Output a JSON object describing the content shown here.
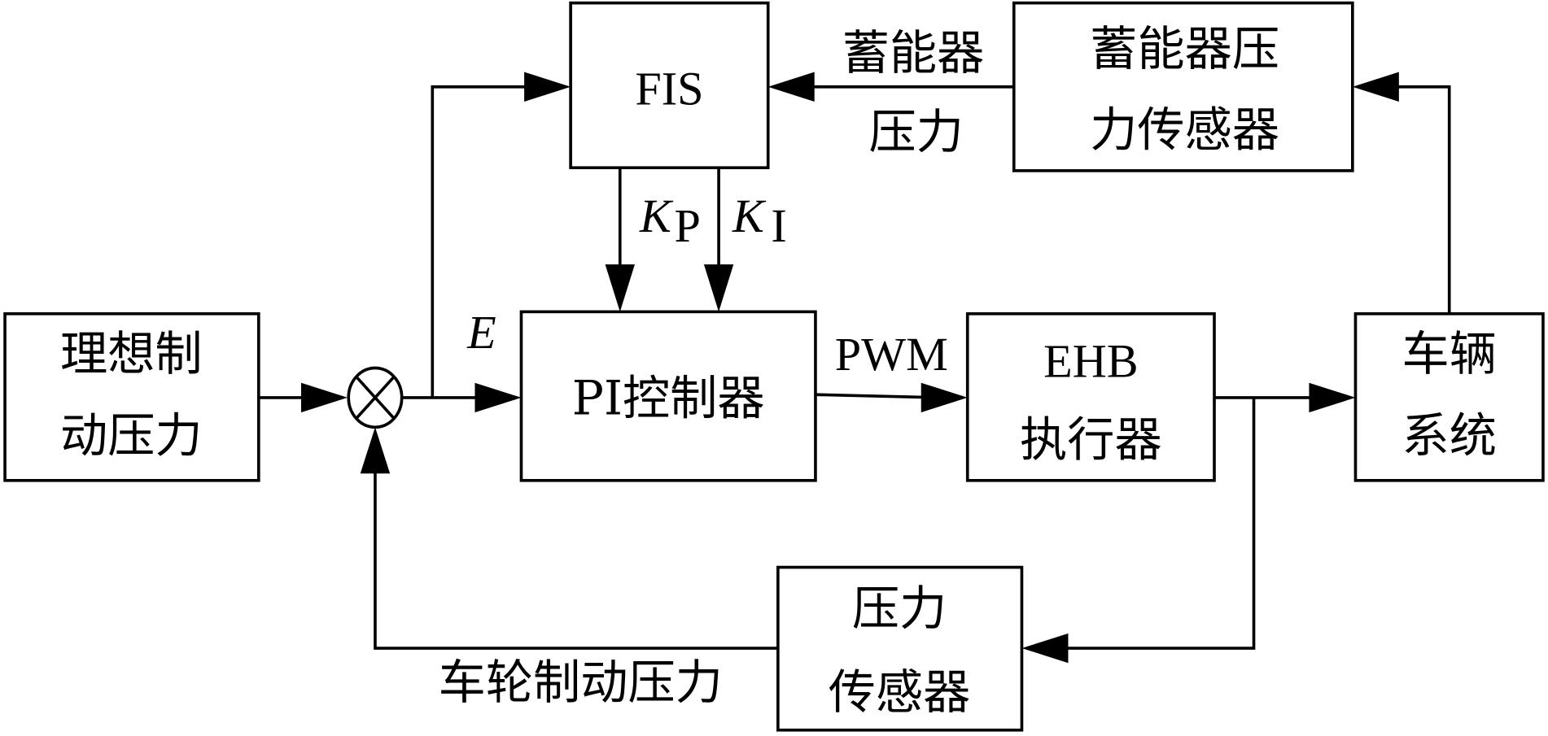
{
  "blocks": {
    "ideal_pressure": [
      "理想制",
      "动压力"
    ],
    "fis": "FIS",
    "accumulator_sensor": [
      "蓄能器压",
      "力传感器"
    ],
    "pi_controller": "PI控制器",
    "ehb": [
      "EHB",
      "执行器"
    ],
    "vehicle": [
      "车辆",
      "系统"
    ],
    "pressure_sensor": [
      "压力",
      "传感器"
    ]
  },
  "labels": {
    "accumulator_pressure": [
      "蓄能器",
      "压力"
    ],
    "error": "E",
    "kp": "K",
    "kp_sub": "P",
    "ki": "K",
    "ki_sub": "I",
    "pwm": "PWM",
    "wheel_pressure": "车轮制动压力"
  }
}
